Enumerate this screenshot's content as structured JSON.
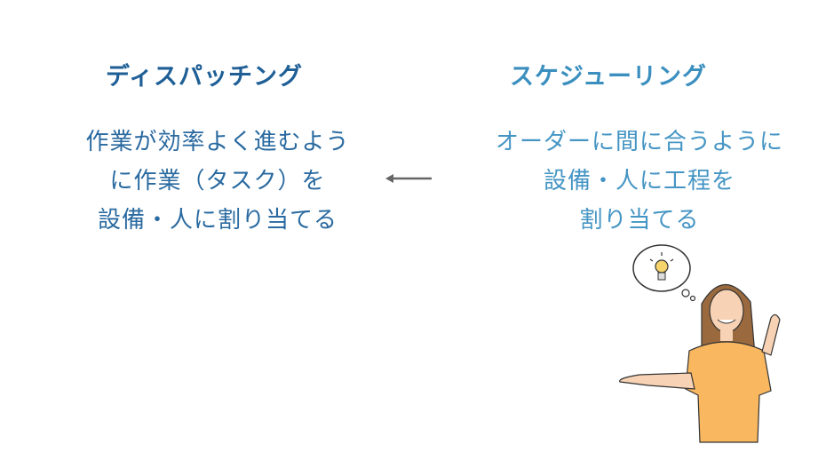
{
  "left": {
    "title": "ディスパッチング",
    "lines": [
      "作業が効率よく進むよう",
      "に作業（タスク）を",
      "設備・人に割り当てる"
    ]
  },
  "right": {
    "title": "スケジューリング",
    "lines": [
      "オーダーに間に合うように",
      "設備・人に工程を",
      "割り当てる"
    ]
  },
  "colors": {
    "left": "#1f5f96",
    "right": "#3b8fbf",
    "arrow": "#666666"
  }
}
